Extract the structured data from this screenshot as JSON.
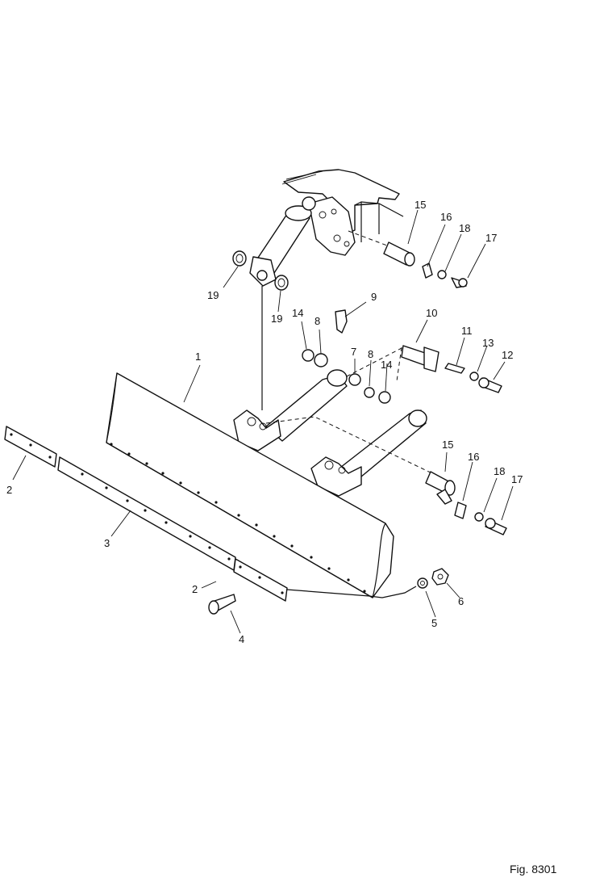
{
  "figure": {
    "label": "Fig. 8301"
  },
  "callouts": [
    {
      "number": "15",
      "part": "pin"
    },
    {
      "number": "16",
      "part": "plate"
    },
    {
      "number": "18",
      "part": "washer"
    },
    {
      "number": "17",
      "part": "bolt"
    },
    {
      "number": "19",
      "part": "shim"
    },
    {
      "number": "19",
      "part": "shim"
    },
    {
      "number": "9",
      "part": "grease-fitting"
    },
    {
      "number": "14",
      "part": "washer"
    },
    {
      "number": "8",
      "part": "bushing"
    },
    {
      "number": "10",
      "part": "pin"
    },
    {
      "number": "11",
      "part": "plate"
    },
    {
      "number": "13",
      "part": "washer"
    },
    {
      "number": "12",
      "part": "bolt"
    },
    {
      "number": "1",
      "part": "blade"
    },
    {
      "number": "7",
      "part": "bushing"
    },
    {
      "number": "8",
      "part": "bushing"
    },
    {
      "number": "14",
      "part": "washer"
    },
    {
      "number": "2",
      "part": "end-bit"
    },
    {
      "number": "3",
      "part": "cutting-edge"
    },
    {
      "number": "15",
      "part": "pin"
    },
    {
      "number": "16",
      "part": "plate"
    },
    {
      "number": "18",
      "part": "washer"
    },
    {
      "number": "17",
      "part": "bolt"
    },
    {
      "number": "2",
      "part": "end-bit"
    },
    {
      "number": "4",
      "part": "bolt"
    },
    {
      "number": "5",
      "part": "washer"
    },
    {
      "number": "6",
      "part": "nut"
    }
  ]
}
